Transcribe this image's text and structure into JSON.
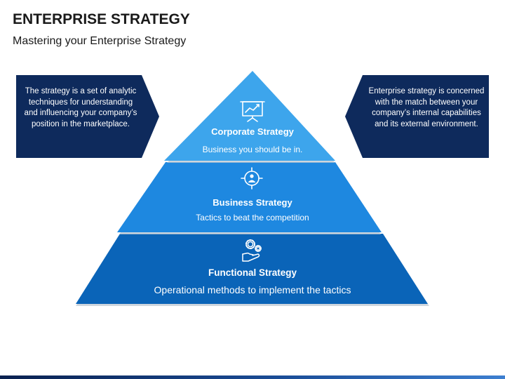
{
  "header": {
    "title": "ENTERPRISE STRATEGY",
    "subtitle": "Mastering your Enterprise Strategy"
  },
  "left_box": {
    "text": "The strategy is a set of analytic techniques for understanding and influencing your company’s position in the marketplace."
  },
  "right_box": {
    "text": "Enterprise strategy is concerned with the match between your company’s internal capabilities and its external environment."
  },
  "tiers": [
    {
      "title": "Corporate Strategy",
      "subtitle": "Business you should be in.",
      "icon": "presentation-board-icon",
      "color": "#3da5ec"
    },
    {
      "title": "Business Strategy",
      "subtitle": "Tactics to beat the competition",
      "icon": "target-person-icon",
      "color": "#1e88e0"
    },
    {
      "title": "Functional Strategy",
      "subtitle": "Operational methods to implement the tactics",
      "icon": "hand-gears-icon",
      "color": "#0a64b8"
    }
  ],
  "colors": {
    "box_fill": "#0e2a5c",
    "tier_1": "#3da5ec",
    "tier_2": "#1e88e0",
    "tier_3": "#0a64b8",
    "shadow": "#b9c4d0"
  }
}
